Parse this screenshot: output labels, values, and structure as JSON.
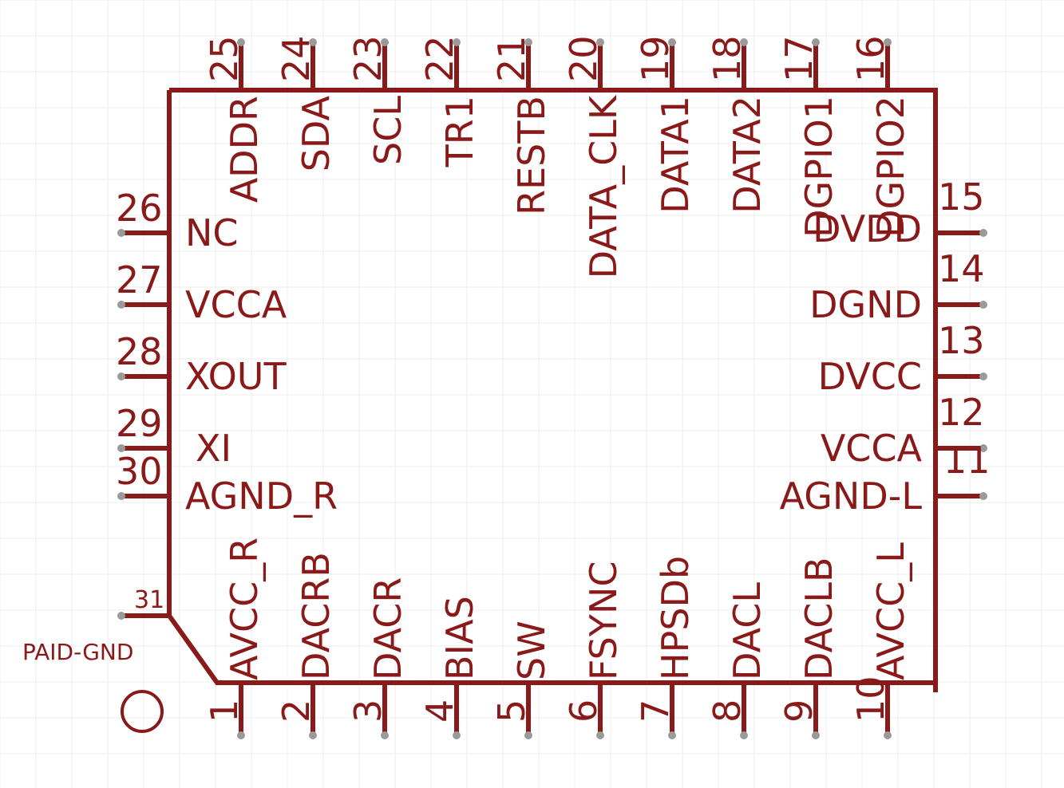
{
  "colors": {
    "line": "#8a1a1a",
    "grid": "#ececec",
    "pin_dot": "#9a9a9a",
    "background": "#ffffff"
  },
  "pins": {
    "top": [
      {
        "num": "25",
        "name": "ADDR"
      },
      {
        "num": "24",
        "name": "SDA"
      },
      {
        "num": "23",
        "name": "SCL"
      },
      {
        "num": "22",
        "name": "TR1"
      },
      {
        "num": "21",
        "name": "RESTB"
      },
      {
        "num": "20",
        "name": "DATA_CLK"
      },
      {
        "num": "19",
        "name": "DATA1"
      },
      {
        "num": "18",
        "name": "DATA2"
      },
      {
        "num": "17",
        "name": "DGPIO1"
      },
      {
        "num": "16",
        "name": "DGPIO2"
      }
    ],
    "left": [
      {
        "num": "26",
        "name": "NC"
      },
      {
        "num": "27",
        "name": "VCCA"
      },
      {
        "num": "28",
        "name": "XOUT"
      },
      {
        "num": "29",
        "name": "XI"
      },
      {
        "num": "30",
        "name": "AGND_R"
      }
    ],
    "right": [
      {
        "num": "15",
        "name": "DVDD"
      },
      {
        "num": "14",
        "name": "DGND"
      },
      {
        "num": "13",
        "name": "DVCC"
      },
      {
        "num": "12",
        "name": "VCCA"
      },
      {
        "num": "11",
        "name": "AGND-L"
      }
    ],
    "bottom": [
      {
        "num": "1",
        "name": "AVCC_R"
      },
      {
        "num": "2",
        "name": "DACRB"
      },
      {
        "num": "3",
        "name": "DACR"
      },
      {
        "num": "4",
        "name": "BIAS"
      },
      {
        "num": "5",
        "name": "SW"
      },
      {
        "num": "6",
        "name": "FSYNC"
      },
      {
        "num": "7",
        "name": "HPSDb"
      },
      {
        "num": "8",
        "name": "DACL"
      },
      {
        "num": "9",
        "name": "DACLB"
      },
      {
        "num": "10",
        "name": "AVCC_L"
      }
    ],
    "pad": {
      "num": "31",
      "name": "PAID-GND"
    }
  }
}
